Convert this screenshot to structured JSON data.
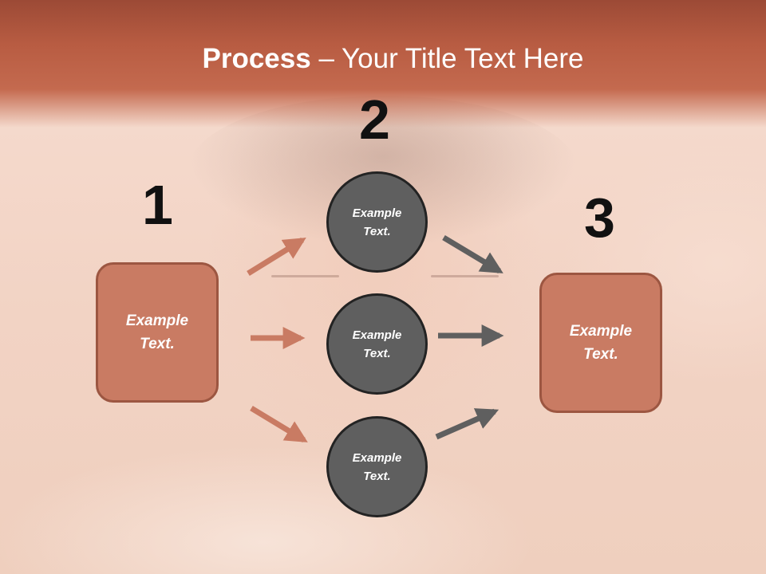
{
  "title": {
    "bold": "Process",
    "rest": " – Your Title Text Here"
  },
  "steps": {
    "one": "1",
    "two": "2",
    "three": "3"
  },
  "left_box": {
    "label": "Example\nText."
  },
  "right_box": {
    "label": "Example\nText."
  },
  "circles": [
    {
      "label": "Example\nText."
    },
    {
      "label": "Example\nText."
    },
    {
      "label": "Example\nText."
    }
  ],
  "colors": {
    "header": "#b85c42",
    "box_fill": "#c97b63",
    "box_border": "#9c5641",
    "circle_fill": "#5f5f5f",
    "circle_border": "#232323",
    "arrow_left": "#c97b63",
    "arrow_right": "#5f5f5f"
  }
}
